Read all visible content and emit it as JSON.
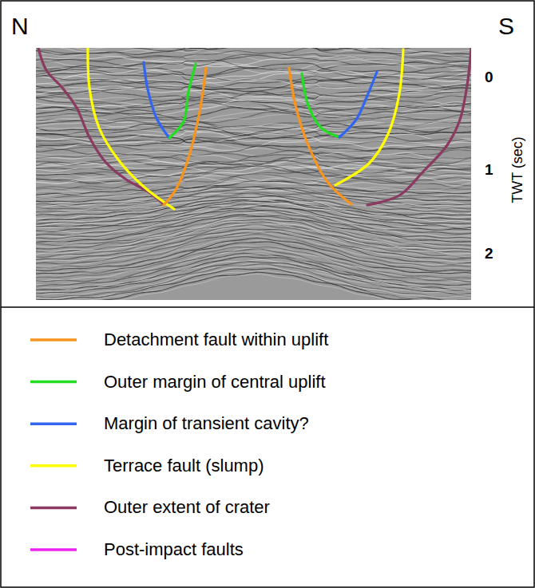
{
  "diagram": {
    "labels": [
      "N",
      "S",
      "0",
      "1",
      "2",
      "TWT (sec)"
    ],
    "legend": [
      {
        "text": "Detachment fault within uplift"
      },
      {
        "text": "Outer margin of central uplift"
      },
      {
        "text": "Margin of transient cavity?"
      },
      {
        "text": "Terrace fault (slump)"
      },
      {
        "text": "Outer extent of crater"
      },
      {
        "text": "Post-impact faults"
      }
    ]
  }
}
